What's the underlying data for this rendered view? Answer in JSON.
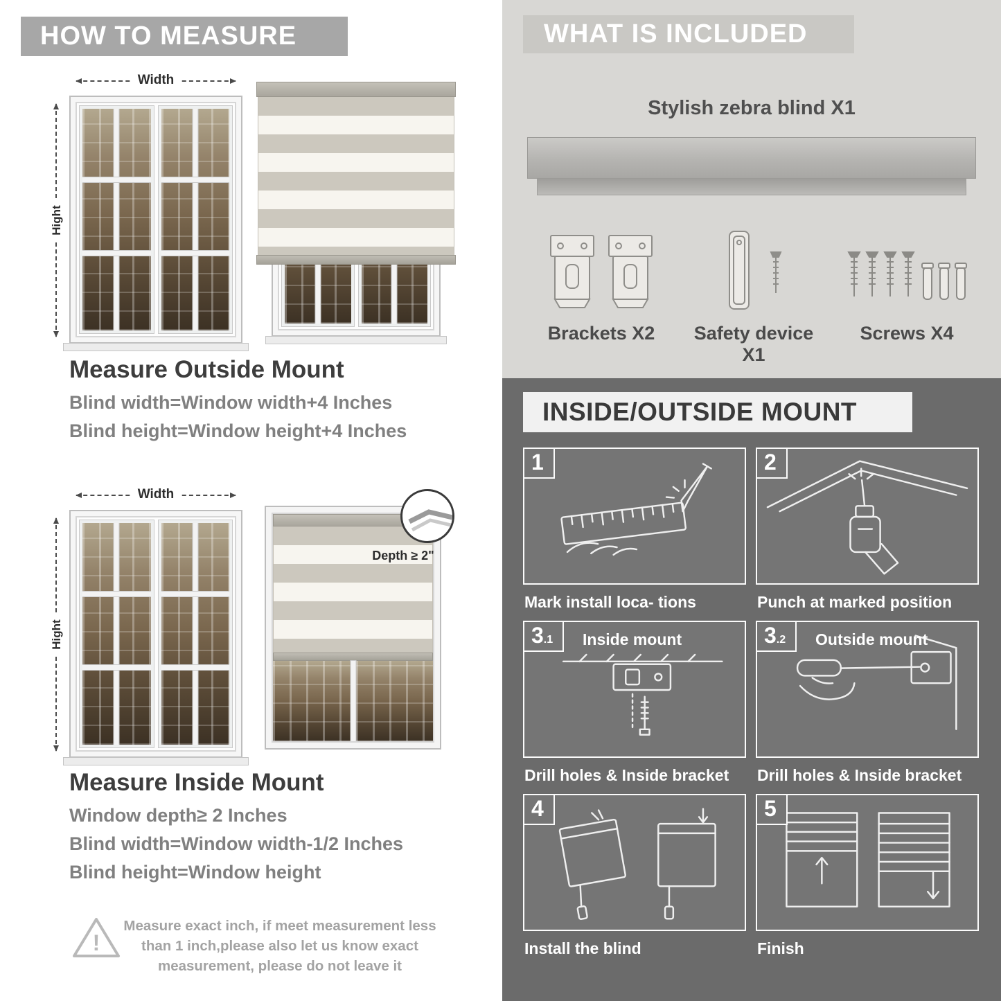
{
  "colors": {
    "header_gray": "#a7a7a7",
    "included_bg": "#d8d7d4",
    "included_header_bg": "#c9c8c4",
    "mount_bg": "#6b6b6b",
    "heading_text": "#3d3d3d",
    "body_text": "#808080"
  },
  "measure": {
    "header": "HOW TO MEASURE",
    "width_label": "Width",
    "height_label": "Hight",
    "outside": {
      "title": "Measure Outside Mount",
      "line1": "Blind width=Window width+4 Inches",
      "line2": "Blind height=Window height+4 Inches"
    },
    "inside": {
      "depth_callout": "Depth ≥ 2\"",
      "title": "Measure Inside Mount",
      "line1": "Window depth≥ 2 Inches",
      "line2": "Blind width=Window width-1/2 Inches",
      "line3": "Blind height=Window height"
    },
    "warning_mark": "!",
    "note": "Measure exact inch, if meet measurement less than 1 inch,please also let us know exact measurement, please do not leave it"
  },
  "included": {
    "header": "WHAT IS INCLUDED",
    "product": "Stylish zebra blind X1",
    "items": [
      {
        "label": "Brackets X2"
      },
      {
        "label": "Safety device X1"
      },
      {
        "label": "Screws X4"
      }
    ]
  },
  "mount": {
    "header": "INSIDE/OUTSIDE MOUNT",
    "steps": [
      {
        "num": "1",
        "sub": "",
        "title": "",
        "caption": "Mark install loca- tions"
      },
      {
        "num": "2",
        "sub": "",
        "title": "",
        "caption": "Punch at  marked position"
      },
      {
        "num": "3",
        "sub": ".1",
        "title": "Inside mount",
        "caption": "Drill holes &  Inside bracket"
      },
      {
        "num": "3",
        "sub": ".2",
        "title": "Outside mount",
        "caption": "Drill holes &  Inside bracket"
      },
      {
        "num": "4",
        "sub": "",
        "title": "",
        "caption": "Install the blind"
      },
      {
        "num": "5",
        "sub": "",
        "title": "",
        "caption": "Finish"
      }
    ]
  }
}
